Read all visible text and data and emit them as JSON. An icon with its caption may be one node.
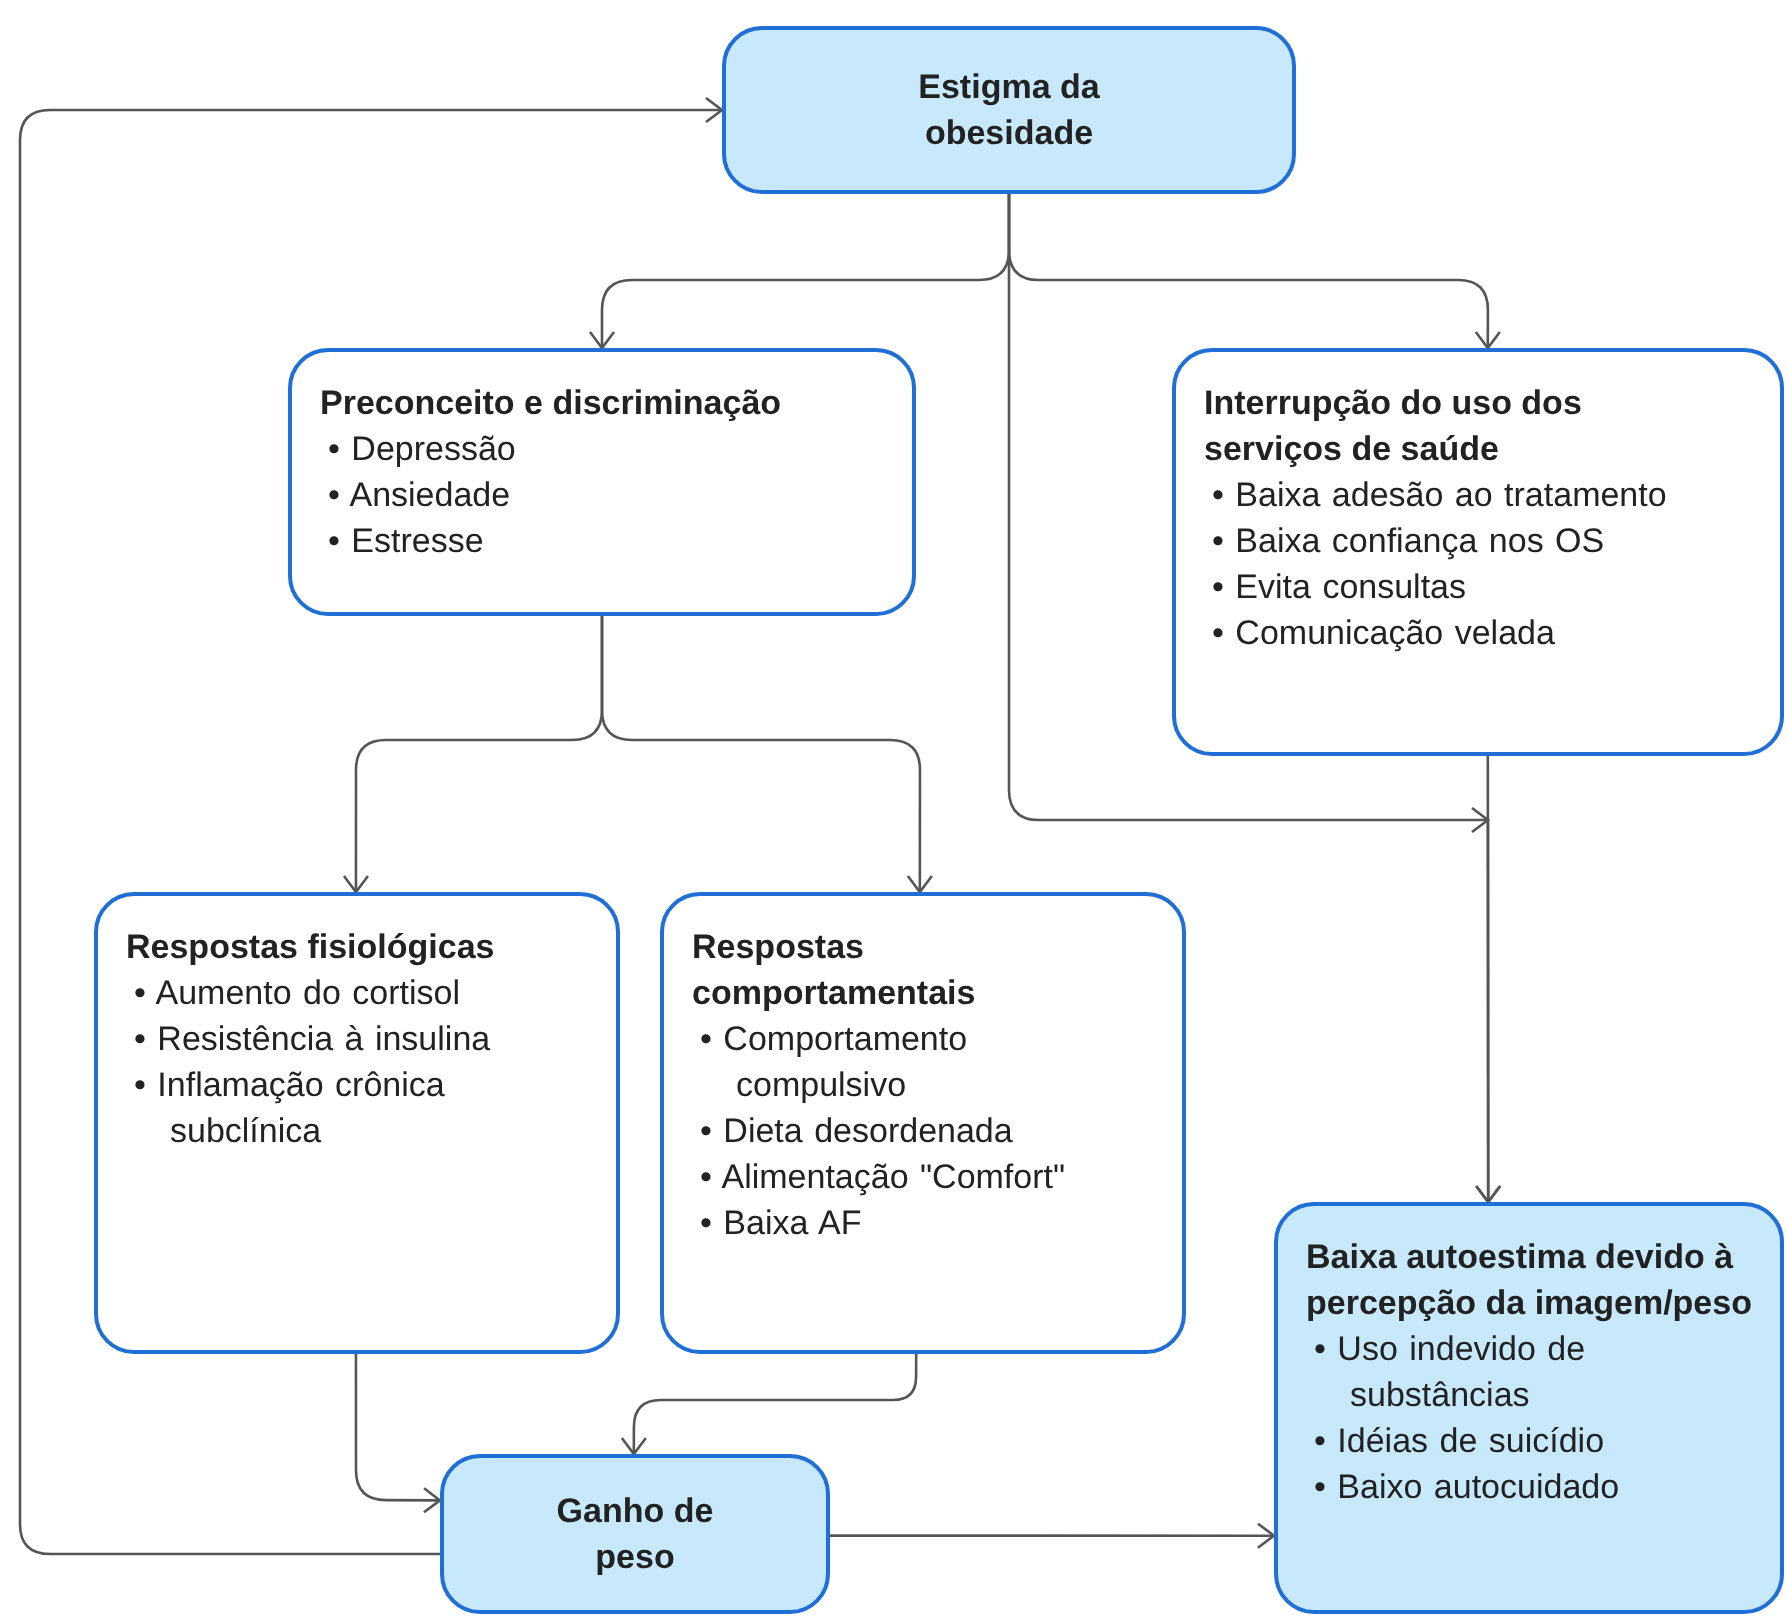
{
  "diagram": {
    "nodes": [
      {
        "text": [
          "Estigma da obesidade"
        ]
      },
      {
        "text": [
          "Preconceito e discriminação",
          "• Depressão",
          "• Ansiedade",
          "• Estresse"
        ]
      },
      {
        "text": [
          "Interrupção do uso dos serviços de saúde",
          "• Baixa adesão ao tratamento",
          "• Baixa confiança nos OS",
          "• Evita consultas",
          "• Comunicação velada"
        ]
      },
      {
        "text": [
          "Respostas fisiológicas",
          "• Aumento do cortisol",
          "• Resistência à insulina",
          "• Inflamação crônica subclínica"
        ]
      },
      {
        "text": [
          "Respostas comportamentais",
          "• Comportamento compulsivo",
          "• Dieta desordenada",
          "• Alimentação \"Comfort\"",
          "• Baixa AF"
        ]
      },
      {
        "text": [
          "Ganho de peso"
        ]
      },
      {
        "text": [
          "Baixa autoestima devido à percepção da imagem/peso",
          "• Uso indevido de substâncias",
          "• Idéias de suicídio",
          "• Baixo autocuidado"
        ]
      }
    ],
    "edges": [
      {
        "from": 0,
        "to": 1,
        "arrow": "to"
      },
      {
        "from": 0,
        "to": 2,
        "arrow": "to"
      },
      {
        "from": 0,
        "to": 6,
        "arrow": "to"
      },
      {
        "from": 2,
        "to": 6,
        "arrow": "to"
      },
      {
        "from": 1,
        "to": 3,
        "arrow": "to"
      },
      {
        "from": 1,
        "to": 4,
        "arrow": "to"
      },
      {
        "from": 3,
        "to": 5,
        "arrow": "to"
      },
      {
        "from": 4,
        "to": 5,
        "arrow": "to"
      },
      {
        "from": 5,
        "to": 6,
        "arrow": "to"
      },
      {
        "from": 5,
        "to": 0,
        "arrow": "to"
      }
    ]
  }
}
